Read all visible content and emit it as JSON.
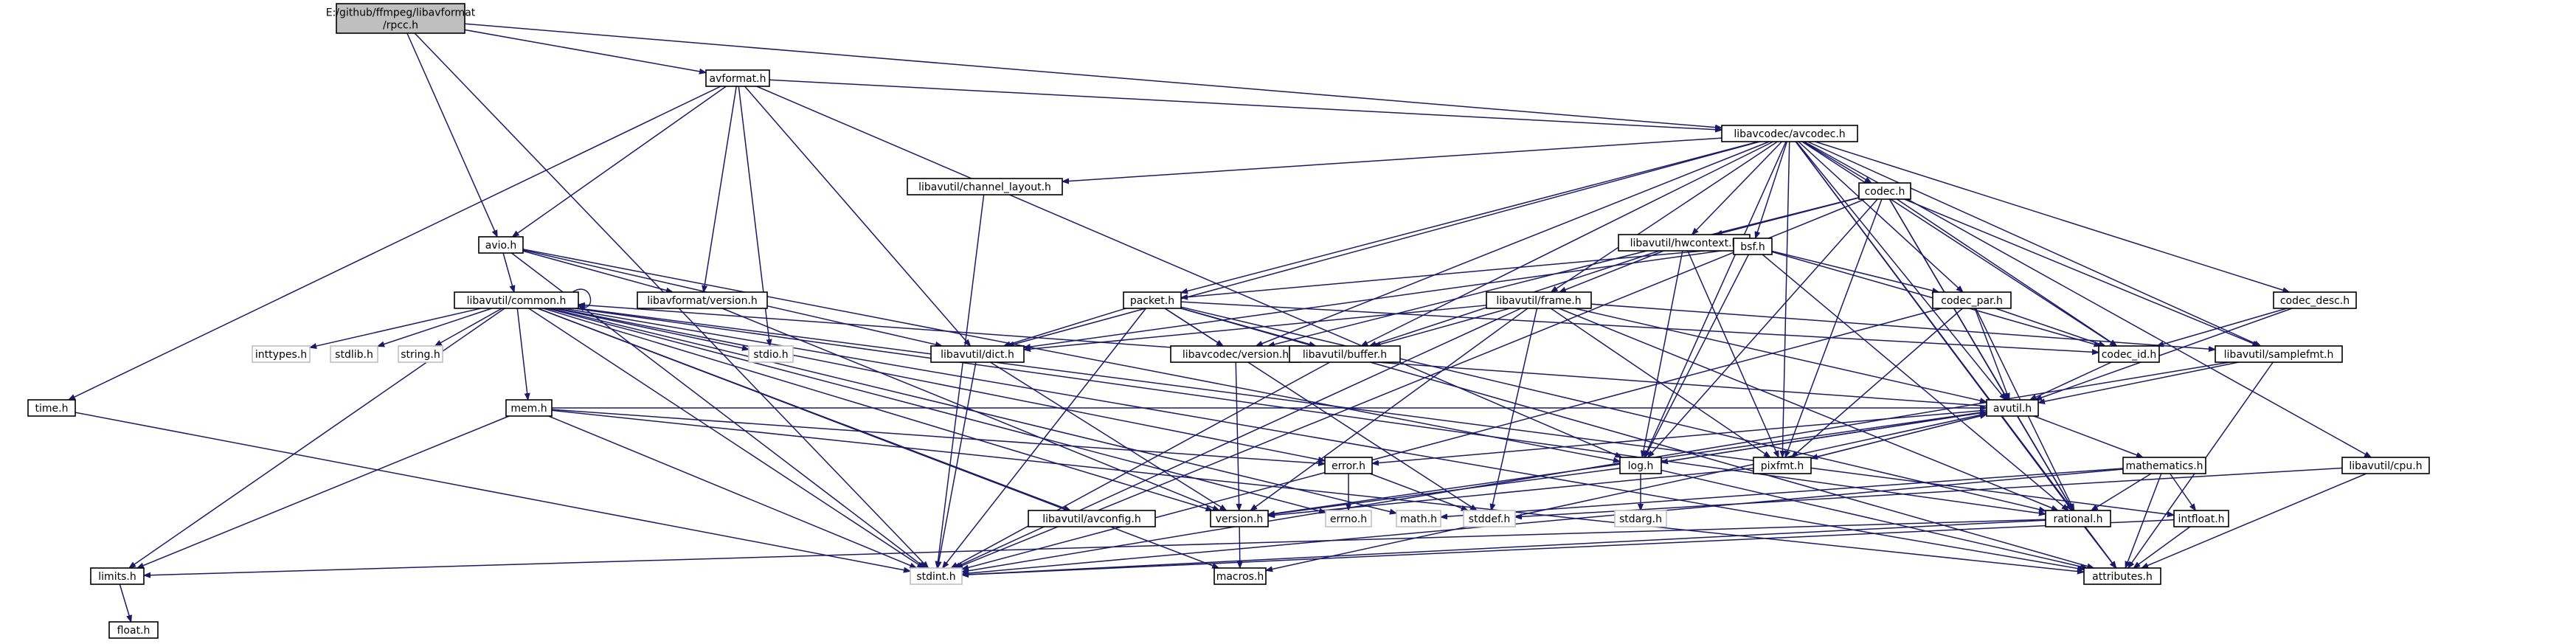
{
  "graph": {
    "nodes": [
      {
        "id": "root",
        "lines": [
          "E:/github/ffmpeg/libavformat",
          "/rpcc.h"
        ],
        "kind": "root"
      },
      {
        "id": "avformat",
        "lines": [
          "avformat.h"
        ]
      },
      {
        "id": "avcodec",
        "lines": [
          "libavcodec/avcodec.h"
        ]
      },
      {
        "id": "channel_layout",
        "lines": [
          "libavutil/channel_layout.h"
        ]
      },
      {
        "id": "codec",
        "lines": [
          "codec.h"
        ]
      },
      {
        "id": "hwcontext",
        "lines": [
          "libavutil/hwcontext.h"
        ]
      },
      {
        "id": "bsf",
        "lines": [
          "bsf.h"
        ]
      },
      {
        "id": "avio",
        "lines": [
          "avio.h"
        ]
      },
      {
        "id": "common",
        "lines": [
          "libavutil/common.h"
        ]
      },
      {
        "id": "lavf_version",
        "lines": [
          "libavformat/version.h"
        ]
      },
      {
        "id": "frame",
        "lines": [
          "libavutil/frame.h"
        ]
      },
      {
        "id": "packet",
        "lines": [
          "packet.h"
        ]
      },
      {
        "id": "codec_par",
        "lines": [
          "codec_par.h"
        ]
      },
      {
        "id": "codec_desc",
        "lines": [
          "codec_desc.h"
        ]
      },
      {
        "id": "inttypes",
        "lines": [
          "inttypes.h"
        ],
        "kind": "system"
      },
      {
        "id": "stdlib",
        "lines": [
          "stdlib.h"
        ],
        "kind": "system"
      },
      {
        "id": "string",
        "lines": [
          "string.h"
        ],
        "kind": "system"
      },
      {
        "id": "stdio",
        "lines": [
          "stdio.h"
        ],
        "kind": "system"
      },
      {
        "id": "dict",
        "lines": [
          "libavutil/dict.h"
        ]
      },
      {
        "id": "lavc_version",
        "lines": [
          "libavcodec/version.h"
        ]
      },
      {
        "id": "buffer",
        "lines": [
          "libavutil/buffer.h"
        ]
      },
      {
        "id": "codec_id",
        "lines": [
          "codec_id.h"
        ]
      },
      {
        "id": "samplefmt",
        "lines": [
          "libavutil/samplefmt.h"
        ]
      },
      {
        "id": "time",
        "lines": [
          "time.h"
        ]
      },
      {
        "id": "mem",
        "lines": [
          "mem.h"
        ]
      },
      {
        "id": "avutil",
        "lines": [
          "avutil.h"
        ]
      },
      {
        "id": "error",
        "lines": [
          "error.h"
        ]
      },
      {
        "id": "log",
        "lines": [
          "log.h"
        ]
      },
      {
        "id": "pixfmt",
        "lines": [
          "pixfmt.h"
        ]
      },
      {
        "id": "mathematics",
        "lines": [
          "mathematics.h"
        ]
      },
      {
        "id": "cpu",
        "lines": [
          "libavutil/cpu.h"
        ]
      },
      {
        "id": "avconfig",
        "lines": [
          "libavutil/avconfig.h"
        ]
      },
      {
        "id": "version",
        "lines": [
          "version.h"
        ]
      },
      {
        "id": "errno",
        "lines": [
          "errno.h"
        ],
        "kind": "system"
      },
      {
        "id": "math",
        "lines": [
          "math.h"
        ],
        "kind": "system"
      },
      {
        "id": "stddef",
        "lines": [
          "stddef.h"
        ],
        "kind": "system"
      },
      {
        "id": "stdarg",
        "lines": [
          "stdarg.h"
        ],
        "kind": "system"
      },
      {
        "id": "rational",
        "lines": [
          "rational.h"
        ]
      },
      {
        "id": "intfloat",
        "lines": [
          "intfloat.h"
        ]
      },
      {
        "id": "limits",
        "lines": [
          "limits.h"
        ]
      },
      {
        "id": "stdint",
        "lines": [
          "stdint.h"
        ],
        "kind": "system"
      },
      {
        "id": "macros",
        "lines": [
          "macros.h"
        ]
      },
      {
        "id": "attributes",
        "lines": [
          "attributes.h"
        ]
      },
      {
        "id": "float",
        "lines": [
          "float.h"
        ]
      }
    ],
    "edges": [
      [
        "root",
        "avformat"
      ],
      [
        "root",
        "avcodec"
      ],
      [
        "root",
        "avio"
      ],
      [
        "root",
        "stdint"
      ],
      [
        "avformat",
        "time"
      ],
      [
        "avformat",
        "stdio"
      ],
      [
        "avformat",
        "avcodec"
      ],
      [
        "avformat",
        "dict"
      ],
      [
        "avformat",
        "avio"
      ],
      [
        "avformat",
        "lavf_version"
      ],
      [
        "avformat",
        "log"
      ],
      [
        "avcodec",
        "samplefmt"
      ],
      [
        "avcodec",
        "attributes"
      ],
      [
        "avcodec",
        "avutil"
      ],
      [
        "avcodec",
        "buffer"
      ],
      [
        "avcodec",
        "cpu"
      ],
      [
        "avcodec",
        "channel_layout"
      ],
      [
        "avcodec",
        "dict"
      ],
      [
        "avcodec",
        "frame"
      ],
      [
        "avcodec",
        "hwcontext"
      ],
      [
        "avcodec",
        "log"
      ],
      [
        "avcodec",
        "pixfmt"
      ],
      [
        "avcodec",
        "rational"
      ],
      [
        "avcodec",
        "codec"
      ],
      [
        "avcodec",
        "codec_desc"
      ],
      [
        "avcodec",
        "codec_id"
      ],
      [
        "avcodec",
        "packet"
      ],
      [
        "avcodec",
        "lavc_version"
      ],
      [
        "avcodec",
        "bsf"
      ],
      [
        "avcodec",
        "codec_par"
      ],
      [
        "channel_layout",
        "stdint"
      ],
      [
        "codec",
        "stdint"
      ],
      [
        "codec",
        "avutil"
      ],
      [
        "codec",
        "hwcontext"
      ],
      [
        "codec",
        "log"
      ],
      [
        "codec",
        "pixfmt"
      ],
      [
        "codec",
        "rational"
      ],
      [
        "codec",
        "samplefmt"
      ],
      [
        "codec",
        "codec_id"
      ],
      [
        "codec",
        "lavc_version"
      ],
      [
        "hwcontext",
        "buffer"
      ],
      [
        "hwcontext",
        "frame"
      ],
      [
        "hwcontext",
        "log"
      ],
      [
        "hwcontext",
        "pixfmt"
      ],
      [
        "bsf",
        "dict"
      ],
      [
        "bsf",
        "log"
      ],
      [
        "bsf",
        "rational"
      ],
      [
        "bsf",
        "codec_id"
      ],
      [
        "bsf",
        "codec_par"
      ],
      [
        "bsf",
        "packet"
      ],
      [
        "avio",
        "stdint"
      ],
      [
        "avio",
        "common"
      ],
      [
        "avio",
        "dict"
      ],
      [
        "avio",
        "log"
      ],
      [
        "avio",
        "lavf_version"
      ],
      [
        "common",
        "errno"
      ],
      [
        "common",
        "inttypes"
      ],
      [
        "common",
        "limits"
      ],
      [
        "common",
        "math"
      ],
      [
        "common",
        "stdint"
      ],
      [
        "common",
        "stdio"
      ],
      [
        "common",
        "stdlib"
      ],
      [
        "common",
        "string"
      ],
      [
        "common",
        "attributes"
      ],
      [
        "common",
        "macros"
      ],
      [
        "common",
        "version"
      ],
      [
        "common",
        "avconfig"
      ],
      [
        "common",
        "common"
      ],
      [
        "common",
        "mem"
      ],
      [
        "common",
        "error"
      ],
      [
        "common",
        "rational"
      ],
      [
        "common",
        "intfloat"
      ],
      [
        "lavf_version",
        "version"
      ],
      [
        "frame",
        "stddef"
      ],
      [
        "frame",
        "stdint"
      ],
      [
        "frame",
        "avutil"
      ],
      [
        "frame",
        "buffer"
      ],
      [
        "frame",
        "dict"
      ],
      [
        "frame",
        "rational"
      ],
      [
        "frame",
        "samplefmt"
      ],
      [
        "frame",
        "pixfmt"
      ],
      [
        "frame",
        "version"
      ],
      [
        "packet",
        "stddef"
      ],
      [
        "packet",
        "stdint"
      ],
      [
        "packet",
        "attributes"
      ],
      [
        "packet",
        "buffer"
      ],
      [
        "packet",
        "dict"
      ],
      [
        "packet",
        "rational"
      ],
      [
        "packet",
        "codec_id"
      ],
      [
        "packet",
        "lavc_version"
      ],
      [
        "codec_par",
        "stdint"
      ],
      [
        "codec_par",
        "avutil"
      ],
      [
        "codec_par",
        "rational"
      ],
      [
        "codec_par",
        "pixfmt"
      ],
      [
        "codec_par",
        "codec_id"
      ],
      [
        "codec_desc",
        "avutil"
      ],
      [
        "codec_desc",
        "codec_id"
      ],
      [
        "dict",
        "stdint"
      ],
      [
        "dict",
        "version"
      ],
      [
        "lavc_version",
        "version"
      ],
      [
        "buffer",
        "stdint"
      ],
      [
        "codec_id",
        "avutil"
      ],
      [
        "samplefmt",
        "stdint"
      ],
      [
        "samplefmt",
        "avutil"
      ],
      [
        "samplefmt",
        "attributes"
      ],
      [
        "time",
        "stdint"
      ],
      [
        "mem",
        "limits"
      ],
      [
        "mem",
        "stdint"
      ],
      [
        "mem",
        "attributes"
      ],
      [
        "mem",
        "error"
      ],
      [
        "mem",
        "avutil"
      ],
      [
        "avutil",
        "common"
      ],
      [
        "avutil",
        "error"
      ],
      [
        "avutil",
        "rational"
      ],
      [
        "avutil",
        "version"
      ],
      [
        "avutil",
        "macros"
      ],
      [
        "avutil",
        "mathematics"
      ],
      [
        "avutil",
        "log"
      ],
      [
        "avutil",
        "pixfmt"
      ],
      [
        "error",
        "errno"
      ],
      [
        "error",
        "stddef"
      ],
      [
        "log",
        "stdarg"
      ],
      [
        "log",
        "avutil"
      ],
      [
        "log",
        "attributes"
      ],
      [
        "log",
        "version"
      ],
      [
        "pixfmt",
        "avutil"
      ],
      [
        "pixfmt",
        "version"
      ],
      [
        "mathematics",
        "stdint"
      ],
      [
        "mathematics",
        "math"
      ],
      [
        "mathematics",
        "attributes"
      ],
      [
        "mathematics",
        "rational"
      ],
      [
        "mathematics",
        "intfloat"
      ],
      [
        "cpu",
        "stddef"
      ],
      [
        "cpu",
        "attributes"
      ],
      [
        "version",
        "macros"
      ],
      [
        "rational",
        "stdint"
      ],
      [
        "rational",
        "limits"
      ],
      [
        "rational",
        "attributes"
      ],
      [
        "intfloat",
        "stdint"
      ],
      [
        "intfloat",
        "attributes"
      ],
      [
        "limits",
        "float"
      ]
    ]
  }
}
